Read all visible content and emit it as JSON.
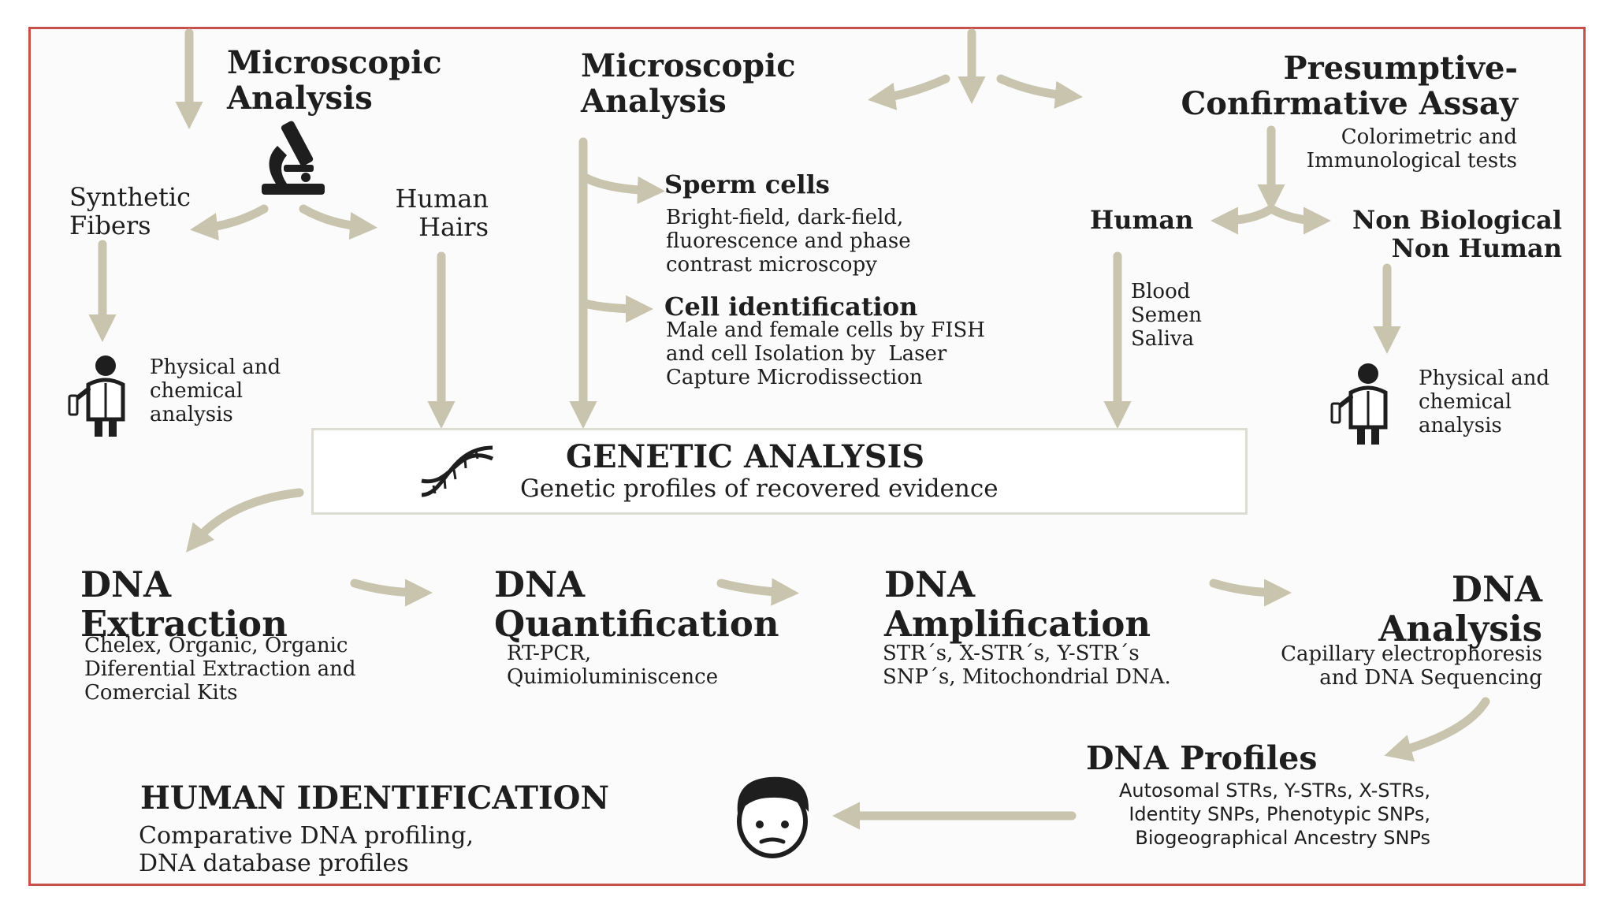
{
  "top": {
    "col1": {
      "title": "Microscopic\nAnalysis",
      "left_label": "Synthetic\nFibers",
      "right_label": "Human\nHairs",
      "analysis_text": "Physical and\nchemical\nanalysis"
    },
    "col2": {
      "title": "Microscopic\nAnalysis",
      "sperm_title": "Sperm cells",
      "sperm_text": "Bright-field, dark-field,\nfluorescence and phase\ncontrast microscopy",
      "cell_title": "Cell identification",
      "cell_text": "Male and female cells by FISH\nand cell Isolation by  Laser\nCapture Microdissection"
    },
    "col3": {
      "title": "Presumptive-\nConfirmative Assay",
      "subtitle": "Colorimetric and\nImmunological tests",
      "human_label": "Human",
      "nonbio_label": "Non Biological\nNon Human",
      "fluids_text": "Blood\nSemen\nSaliva",
      "analysis_text": "Physical and\nchemical\nanalysis"
    }
  },
  "genetic": {
    "title": "GENETIC ANALYSIS",
    "subtitle": "Genetic profiles of recovered evidence"
  },
  "steps": [
    {
      "title": "DNA\nExtraction",
      "text": "Chelex, Organic, Organic\nDiferential Extraction and\nComercial Kits"
    },
    {
      "title": "DNA\nQuantification",
      "text": "RT-PCR,\nQuimioluminiscence"
    },
    {
      "title": "DNA\nAmplification",
      "text": "STR´s, X-STR´s, Y-STR´s\nSNP´s, Mitochondrial DNA."
    },
    {
      "title": "DNA\nAnalysis",
      "text": "Capillary electrophoresis\nand DNA Sequencing"
    }
  ],
  "profiles": {
    "title": "DNA Profiles",
    "text": "Autosomal STRs, Y-STRs, X-STRs,\nIdentity SNPs, Phenotypic SNPs,\nBiogeographical Ancestry SNPs"
  },
  "identification": {
    "title": "HUMAN IDENTIFICATION",
    "text": "Comparative DNA profiling,\nDNA database profiles"
  },
  "colors": {
    "arrow": "#c8c4ae",
    "frame": "#c9504a",
    "box_border": "#dcdcd2"
  },
  "icons": [
    "microscope-icon",
    "scientist-icon",
    "dna-helix-icon",
    "face-icon"
  ]
}
